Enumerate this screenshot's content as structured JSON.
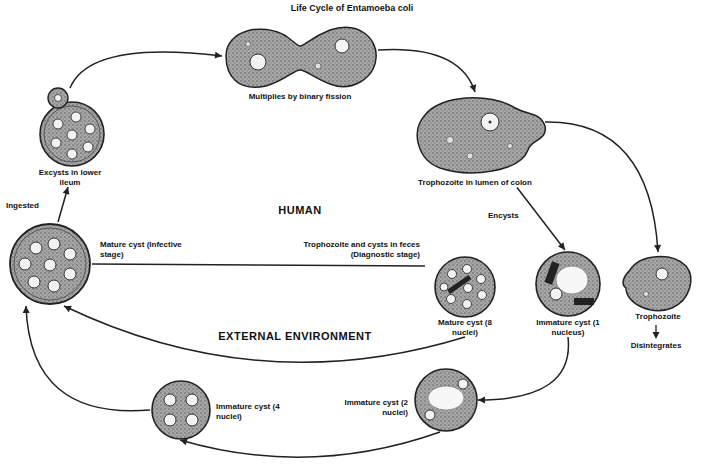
{
  "diagram": {
    "title": "Life Cycle of Entamoeba coli",
    "nodes": [
      {
        "text": [
          "Excysts in lower ileum"
        ]
      },
      {
        "text": [
          "Multiplies by binary fission"
        ]
      },
      {
        "text": [
          "Trophozoite in lumen of colon"
        ]
      },
      {
        "text": [
          "Mature cyst (Infective stage)"
        ]
      },
      {
        "text": [
          "Mature cyst (8 nuclei)"
        ]
      },
      {
        "text": [
          "Immature cyst (1 nucleus)"
        ]
      },
      {
        "text": [
          "Trophozoite"
        ]
      },
      {
        "text": [
          "Immature cyst (4 nuclei)"
        ]
      },
      {
        "text": [
          "Immature cyst (2 nuclei)"
        ]
      }
    ],
    "edges": [
      {
        "from": 0,
        "to": 1,
        "arrow": "to"
      },
      {
        "from": 1,
        "to": 2,
        "arrow": "to"
      },
      {
        "from": 2,
        "to": 6,
        "arrow": "to"
      },
      {
        "from": 2,
        "to": 5,
        "arrow": "to"
      },
      {
        "from": 3,
        "to": 4,
        "arrow": "none"
      },
      {
        "from": 4,
        "to": 3,
        "arrow": "to"
      },
      {
        "from": 5,
        "to": 8,
        "arrow": "to"
      },
      {
        "from": 8,
        "to": 7,
        "arrow": "to"
      },
      {
        "from": 7,
        "to": 3,
        "arrow": "to"
      },
      {
        "from": 3,
        "to": 0,
        "arrow": "to"
      }
    ],
    "labels": [
      "Ingested",
      "HUMAN",
      "Encysts",
      "Trophozoite and cysts in feces (Diagnostic stage)",
      "EXTERNAL ENVIRONMENT",
      "Disintegrates"
    ]
  }
}
